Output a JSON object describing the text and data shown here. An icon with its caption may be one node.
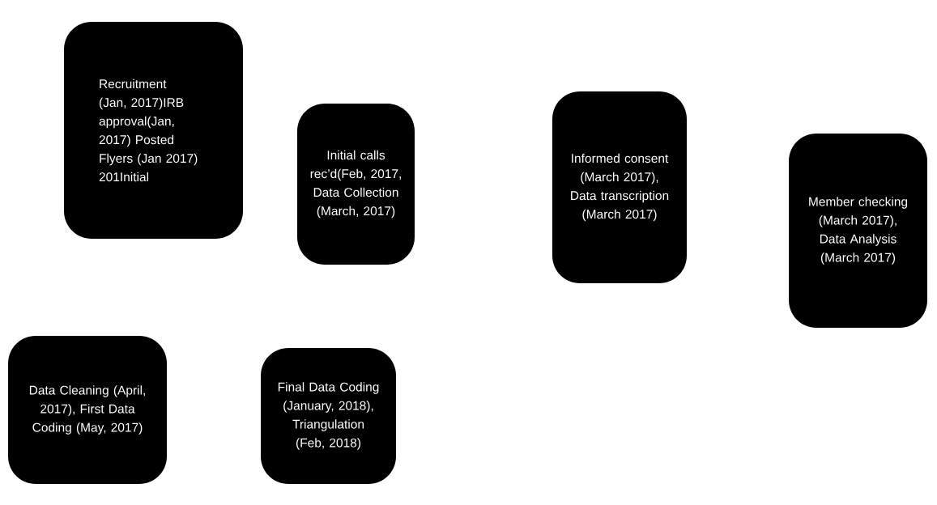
{
  "diagram": {
    "nodes": [
      {
        "text": [
          "Recruitment (Jan, 2017)IRB approval(Jan, 2017) Posted Flyers (Jan 2017) 201Initial"
        ]
      },
      {
        "text": [
          "Initial calls rec’d(Feb, 2017, Data Collection (March, 2017)"
        ]
      },
      {
        "text": [
          "Informed consent (March 2017), Data transcription (March 2017)"
        ]
      },
      {
        "text": [
          "Member checking (March 2017), Data Analysis (March 2017)"
        ]
      },
      {
        "text": [
          "Data Cleaning (April, 2017), First Data Coding (May, 2017)"
        ]
      },
      {
        "text": [
          "Final Data Coding (January, 2018), Triangulation (Feb, 2018)"
        ]
      }
    ]
  }
}
